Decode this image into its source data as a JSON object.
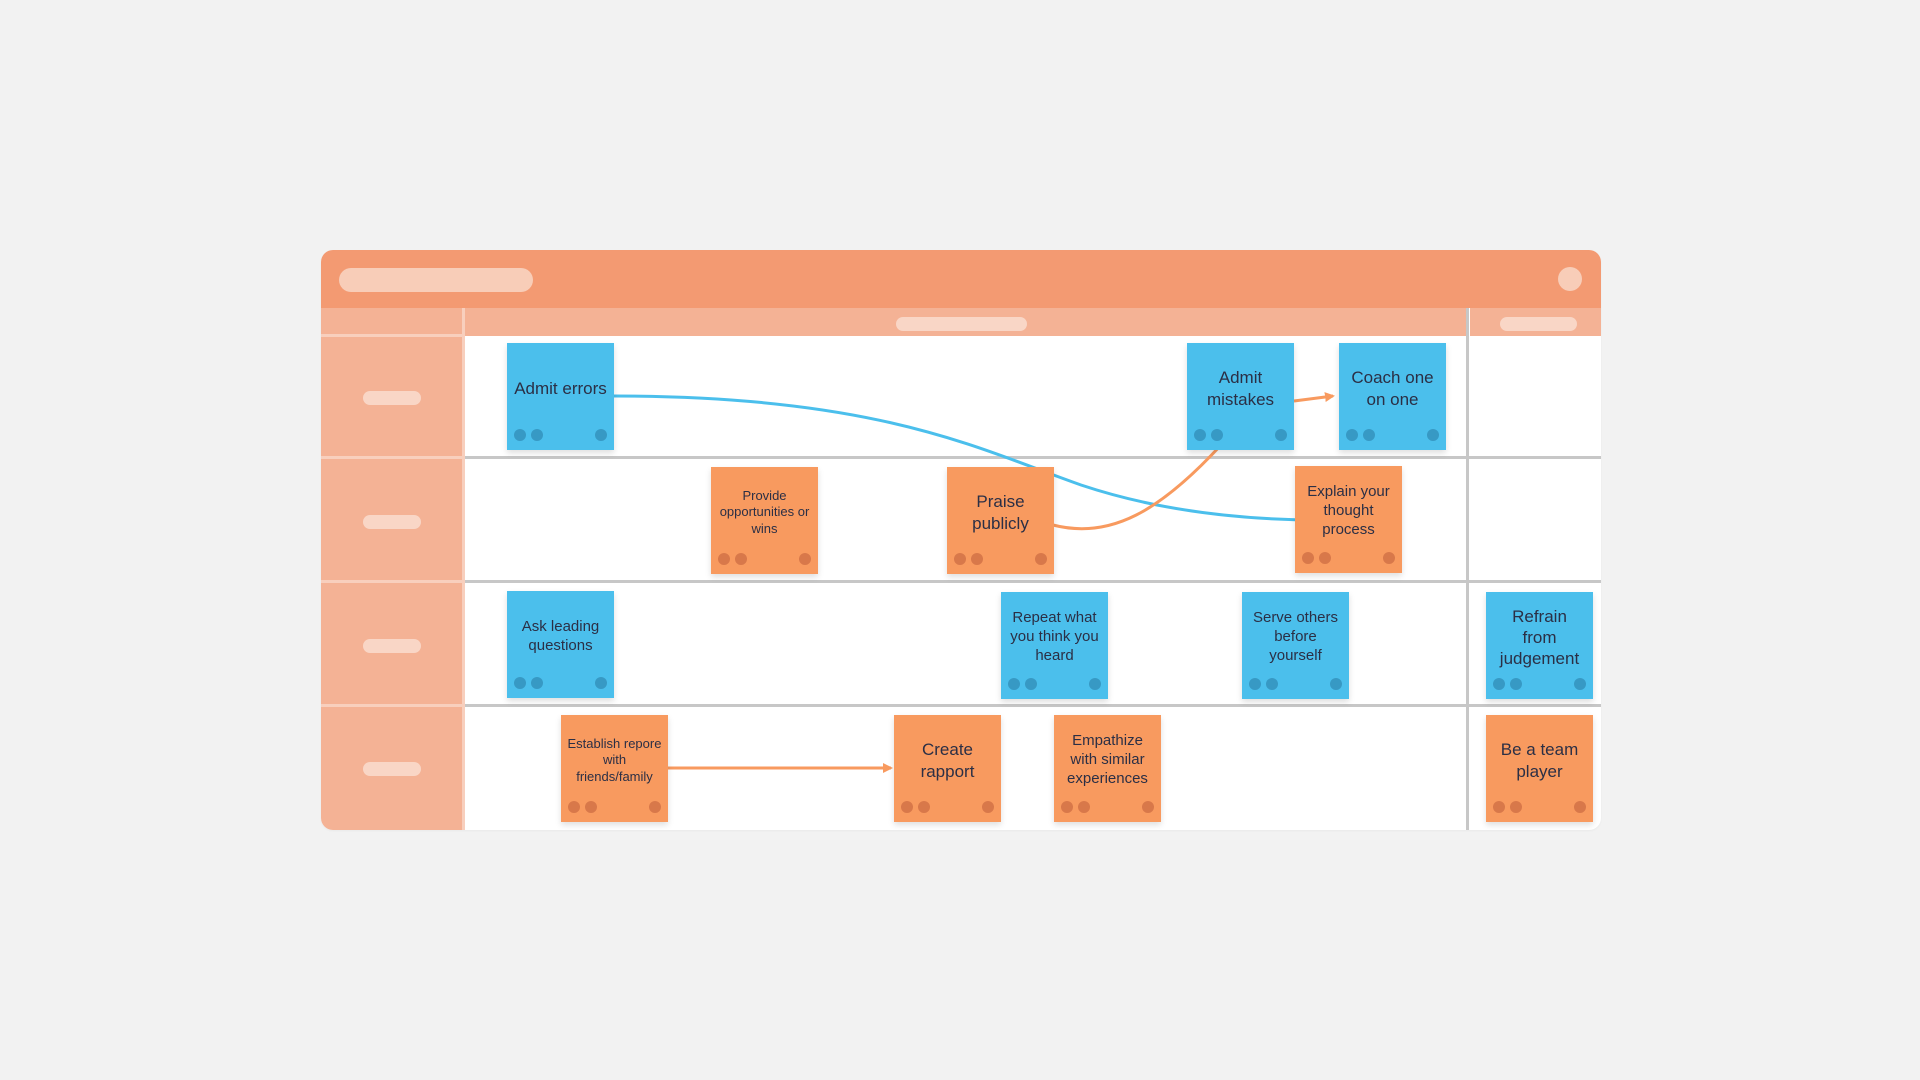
{
  "colors": {
    "background": "#f2f2f2",
    "header": "#f39a72",
    "lane_label": "#f4b295",
    "sticky_blue": "#4bbfec",
    "sticky_orange": "#f89a5f",
    "arrow_blue": "#4bbfec",
    "arrow_orange": "#f89a5f"
  },
  "notes": [
    {
      "text": "Admit errors",
      "color": "blue"
    },
    {
      "text": "Admit mistakes",
      "color": "blue"
    },
    {
      "text": "Coach one on one",
      "color": "blue"
    },
    {
      "text": "Provide opportunities or wins",
      "color": "orange"
    },
    {
      "text": "Praise publicly",
      "color": "orange"
    },
    {
      "text": "Explain your thought process",
      "color": "orange"
    },
    {
      "text": "Ask leading questions",
      "color": "blue"
    },
    {
      "text": "Repeat what you think you heard",
      "color": "blue"
    },
    {
      "text": "Serve others before yourself",
      "color": "blue"
    },
    {
      "text": "Refrain from judgement",
      "color": "blue"
    },
    {
      "text": "Establish repore with friends/family",
      "color": "orange"
    },
    {
      "text": "Create rapport",
      "color": "orange"
    },
    {
      "text": "Empathize with similar experiences",
      "color": "orange"
    },
    {
      "text": "Be a team player",
      "color": "orange"
    }
  ],
  "connectors": [
    {
      "from": "Admit errors",
      "to": "Explain your thought process",
      "color": "blue"
    },
    {
      "from": "Praise publicly",
      "to": "Coach one on one",
      "color": "orange"
    },
    {
      "from": "Establish repore with friends/family",
      "to": "Create rapport",
      "color": "orange"
    }
  ]
}
